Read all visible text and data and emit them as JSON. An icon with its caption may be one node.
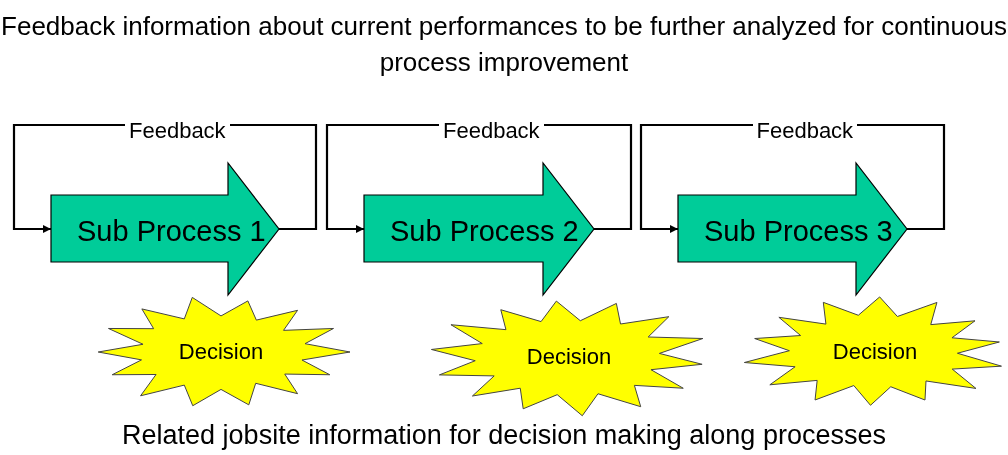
{
  "diagram": {
    "title": "Feedback information about current performances to be further analyzed for continuous process improvement",
    "caption": "Related jobsite information for decision making along processes",
    "nodes": [
      {
        "text": [
          "Sub Process 1"
        ]
      },
      {
        "text": [
          "Sub Process 2"
        ]
      },
      {
        "text": [
          "Sub Process 3"
        ]
      },
      {
        "text": [
          "Decision"
        ]
      },
      {
        "text": [
          "Decision"
        ]
      },
      {
        "text": [
          "Decision"
        ]
      }
    ],
    "edges": [
      {
        "from": 0,
        "to": 0,
        "arrow": "to",
        "label": "Feedback"
      },
      {
        "from": 1,
        "to": 1,
        "arrow": "to",
        "label": "Feedback"
      },
      {
        "from": 2,
        "to": 2,
        "arrow": "to",
        "label": "Feedback"
      }
    ]
  }
}
